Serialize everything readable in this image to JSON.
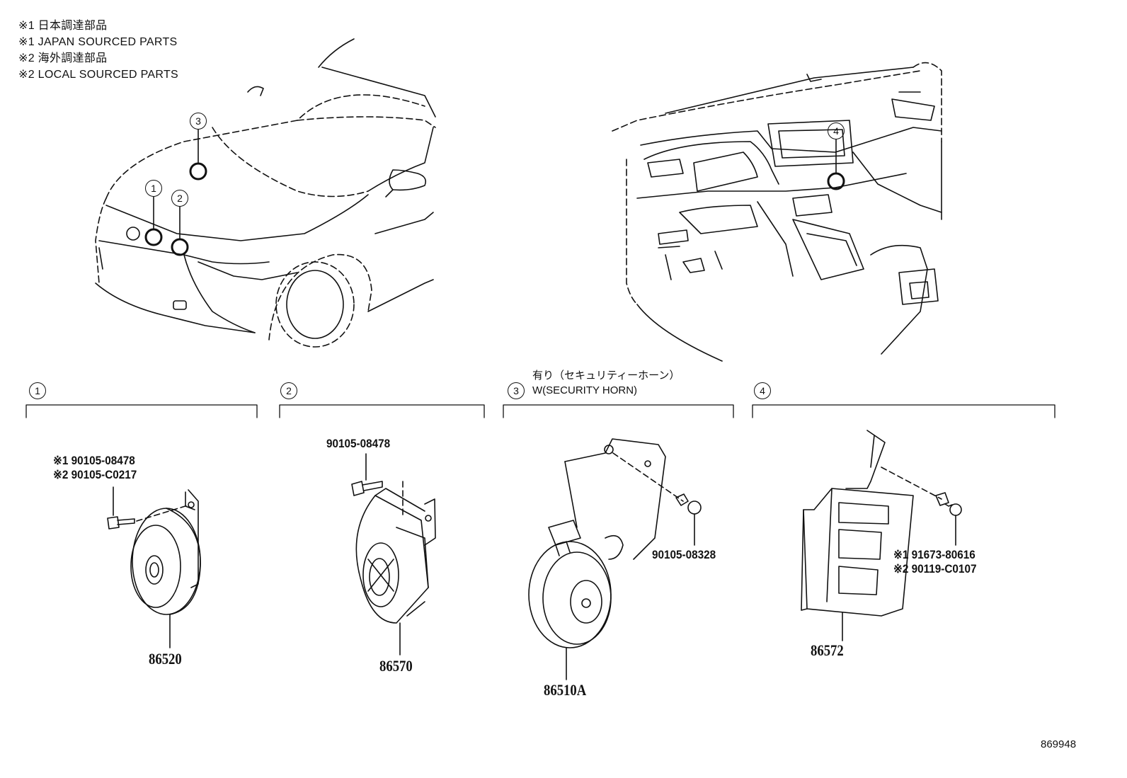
{
  "legend": [
    "※1 日本調達部品",
    "※1 JAPAN SOURCED PARTS",
    "※2 海外調達部品",
    "※2 LOCAL SOURCED PARTS"
  ],
  "markers": {
    "front": [
      "1",
      "2",
      "3"
    ],
    "dash": [
      "4"
    ]
  },
  "groups": [
    {
      "num": "1",
      "label_jp": "",
      "label_en": "",
      "main_part": "86520",
      "bolts": [
        "※1 90105-08478",
        "※2 90105-C0217"
      ]
    },
    {
      "num": "2",
      "label_jp": "",
      "label_en": "",
      "main_part": "86570",
      "bolts": [
        "90105-08478"
      ]
    },
    {
      "num": "3",
      "label_jp": "有り（セキュリティーホーン）",
      "label_en": "W(SECURITY HORN)",
      "main_part": "86510A",
      "bolts": [
        "90105-08328"
      ]
    },
    {
      "num": "4",
      "label_jp": "",
      "label_en": "",
      "main_part": "86572",
      "bolts": [
        "※1 91673-80616",
        "※2 90119-C0107"
      ]
    }
  ],
  "illustration_code": "869948"
}
